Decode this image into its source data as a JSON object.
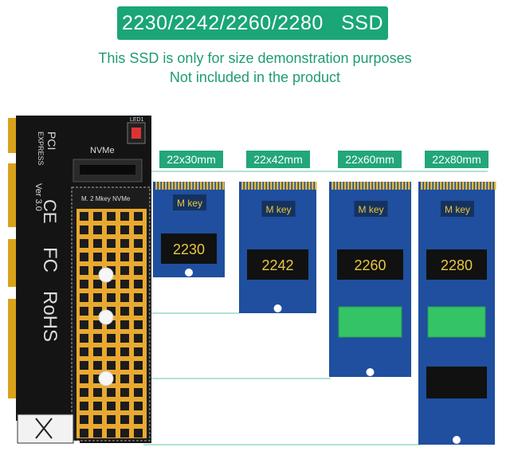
{
  "banner": {
    "title": "2230/2242/2260/2280   SSD"
  },
  "notice": {
    "line1": "This SSD is only for size demonstration purposes",
    "line2": "Not included in the product"
  },
  "adapter": {
    "brand_line1": "PCI",
    "brand_line2": "EXPRESS",
    "version": "Ver 3.0",
    "slot_label": "NVMe",
    "mkey_label": "M. 2 Mkey NVMe",
    "led_label": "LED1",
    "ce": "CE",
    "fc": "FC",
    "rohs": "RoHS"
  },
  "ssds": [
    {
      "size_tag": "22x30mm",
      "key": "M key",
      "model": "2230"
    },
    {
      "size_tag": "22x42mm",
      "key": "M key",
      "model": "2242"
    },
    {
      "size_tag": "22x60mm",
      "key": "M key",
      "model": "2260"
    },
    {
      "size_tag": "22x80mm",
      "key": "M key",
      "model": "2280"
    }
  ],
  "colors": {
    "accent": "#1aa676",
    "ssd_blue": "#1f4f9e",
    "gold": "#e8a930",
    "board": "#141414"
  }
}
